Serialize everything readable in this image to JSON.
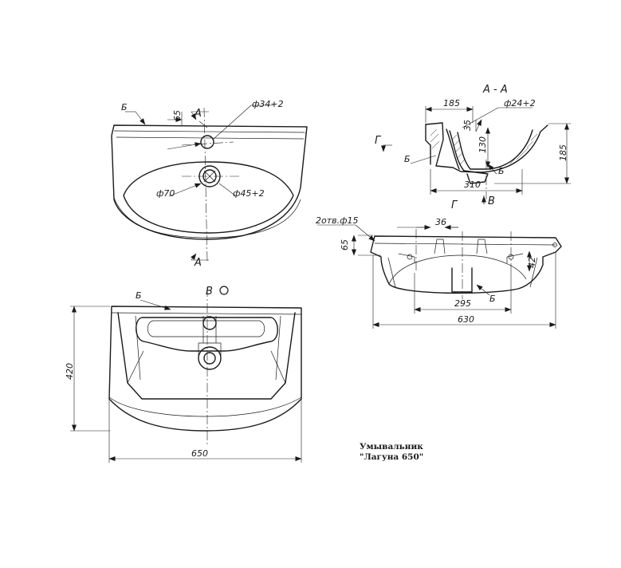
{
  "section_label": "А - А",
  "section_marks": {
    "top": "А",
    "bottom": "А",
    "arrow_g1": "Г",
    "arrow_g2": "Г",
    "arrow_v": "В",
    "view_v": "В"
  },
  "leaders": {
    "b1": "Б",
    "b2": "Б",
    "b3": "Б",
    "b4": "Б",
    "b5": "Б"
  },
  "top_view": {
    "d_tap": "ф34+2",
    "d_drain_in": "ф45+2",
    "d_drain_out": "ф70",
    "offset": "65"
  },
  "section_view": {
    "d_top": "185",
    "d_hole": "ф24+2",
    "d_35": "35",
    "d_130": "130",
    "d_height": "185",
    "d_310": "310"
  },
  "front_view": {
    "holes": "2отв.ф15",
    "d_36": "36",
    "d_65": "65",
    "d_295": "295",
    "d_630": "630",
    "d_42": "42"
  },
  "bottom_view": {
    "height": "420",
    "width": "650"
  },
  "caption": {
    "line1": "Умывальник",
    "line2": "\"Лагуна 650\""
  }
}
